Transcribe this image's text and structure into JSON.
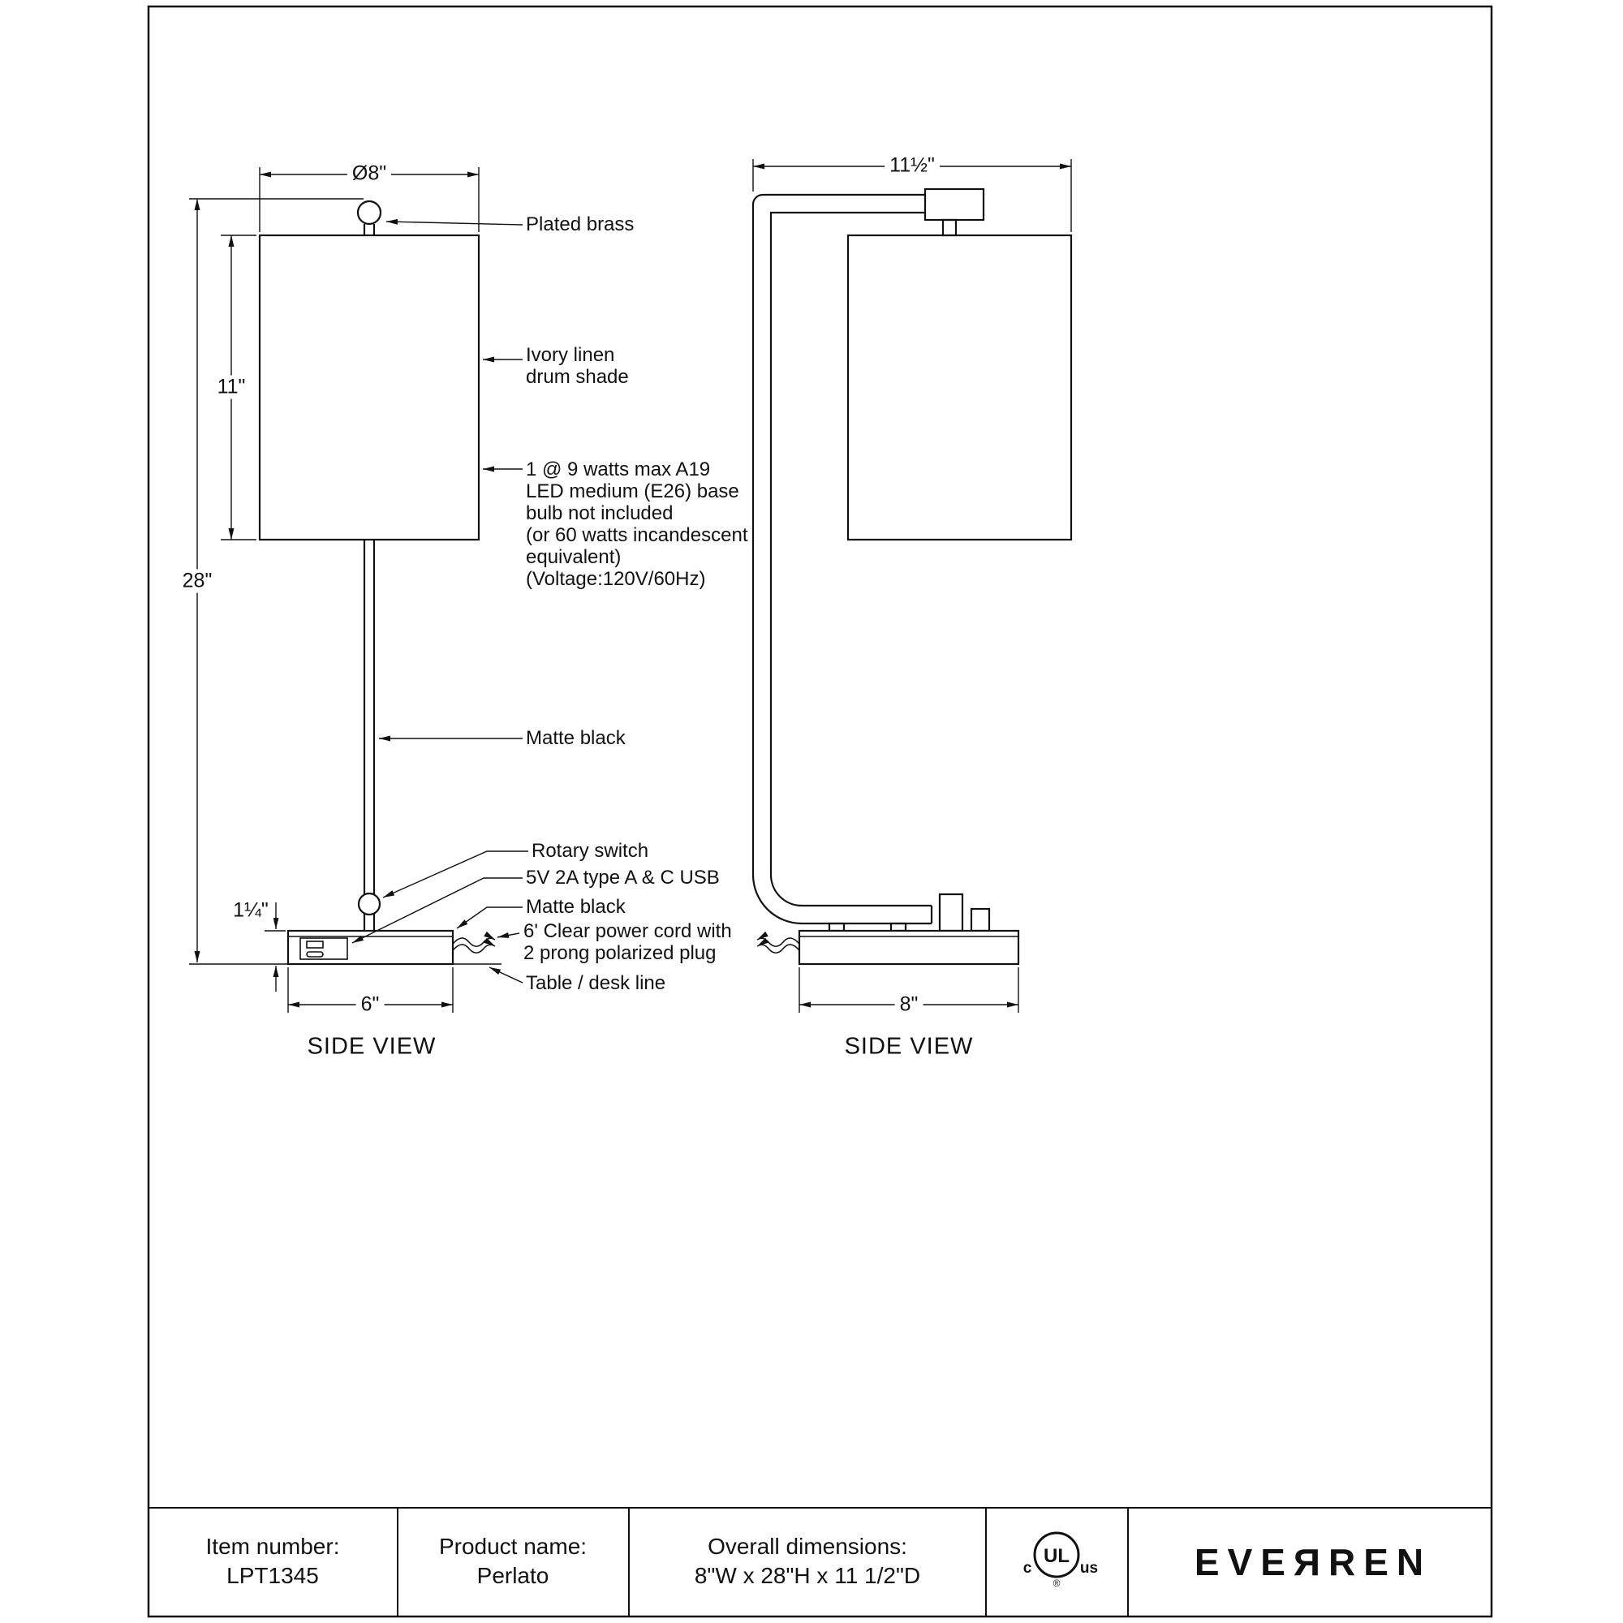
{
  "page": {
    "paper_color": "#ffffff",
    "ink_color": "#111111"
  },
  "left_view": {
    "view_label": "SIDE VIEW",
    "dimensions": {
      "shade_diameter": "Ø8\"",
      "shade_height": "11\"",
      "overall_height": "28\"",
      "base_height": "1¼\"",
      "base_width": "6\""
    },
    "annotations": {
      "finial": "Plated brass",
      "shade": "Ivory linen\ndrum shade",
      "bulb": "1 @ 9 watts max A19\nLED medium (E26) base\nbulb not included\n(or 60 watts incandescent\nequivalent)\n(Voltage:120V/60Hz)",
      "stem": "Matte black",
      "rotary_switch": "Rotary switch",
      "usb": "5V 2A type A & C USB",
      "base": "Matte black",
      "power_cord": "6' Clear power cord with\n2 prong polarized plug",
      "desk_line": "Table / desk line"
    }
  },
  "right_view": {
    "view_label": "SIDE VIEW",
    "dimensions": {
      "overall_depth": "11½\"",
      "base_depth": "8\""
    }
  },
  "title_block": {
    "item_label": "Item number:",
    "item_value": "LPT1345",
    "product_label": "Product name:",
    "product_value": "Perlato",
    "dimensions_label": "Overall dimensions:",
    "dimensions_value": "8\"W x 28\"H x 11 1/2\"D",
    "brand": "EVEЯREN",
    "certification": {
      "c": "c",
      "ul": "UL",
      "us": "us",
      "registered": "®"
    }
  }
}
